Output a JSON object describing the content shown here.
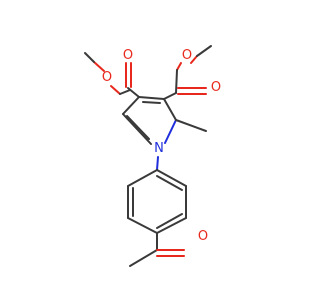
{
  "molecule": {
    "colors": {
      "bond": "#3a3a3a",
      "oxygen": "#e8281c",
      "nitrogen": "#1f2fdc"
    },
    "labels": {
      "O1": "O",
      "O2": "O",
      "O3": "O",
      "O4": "O",
      "O5": "O",
      "N1": "N"
    }
  }
}
